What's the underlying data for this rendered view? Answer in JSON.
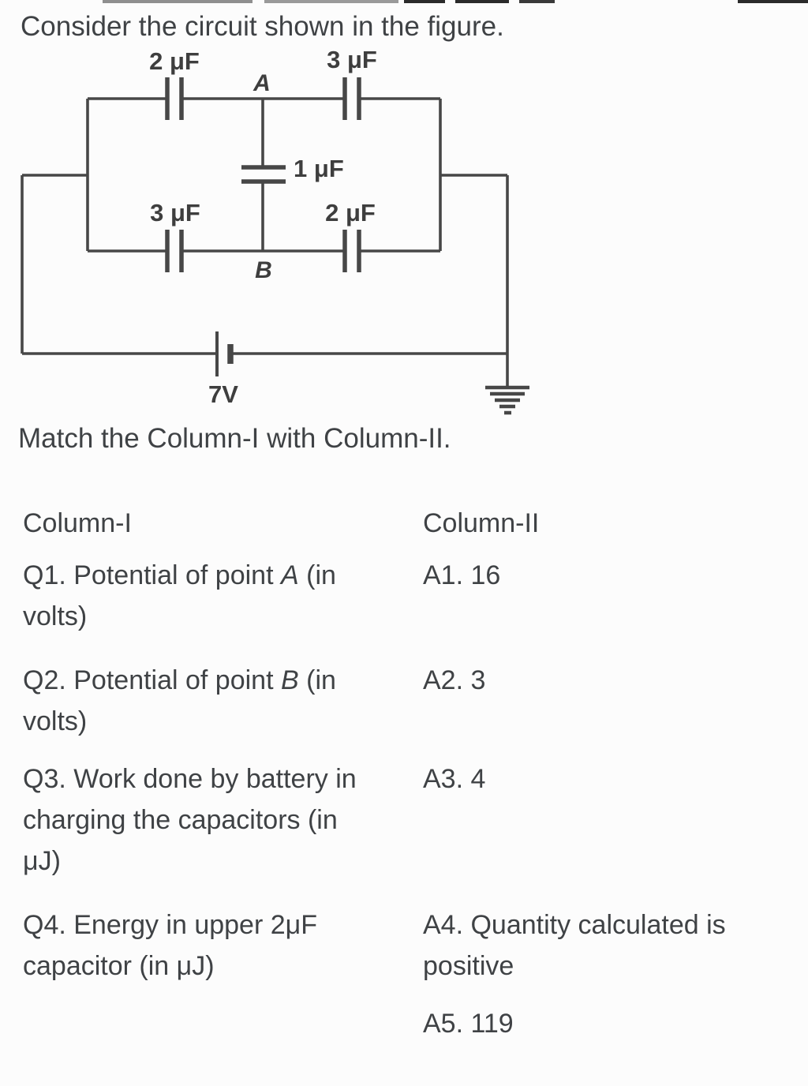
{
  "page": {
    "title": "Consider the circuit shown in the figure.",
    "match_heading": "Match the Column-I with Column-II."
  },
  "circuit": {
    "labels": {
      "cap_top_left": "2 μF",
      "cap_top_right": "3 μF",
      "cap_middle": "1 μF",
      "cap_bottom_left": "3 μF",
      "cap_bottom_right": "2 μF",
      "node_a": "A",
      "node_b": "B",
      "battery_voltage": "7V"
    },
    "wire_color": "#474747",
    "label_color": "#3e3e3e"
  },
  "match": {
    "col1_header": "Column-I",
    "col2_header": "Column-II",
    "rows": [
      {
        "q_pre": "Q1. Potential of point ",
        "q_em": "A",
        "q_post": " (in\nvolts)",
        "a": "A1. 16"
      },
      {
        "q_pre": "Q2. Potential of point ",
        "q_em": "B",
        "q_post": " (in\nvolts)",
        "a": "A2. 3"
      },
      {
        "q_pre": "Q3. Work done by battery in\ncharging the capacitors (in\nμJ)",
        "q_em": "",
        "q_post": "",
        "a": "A3. 4"
      },
      {
        "q_pre": "Q4. Energy in upper 2μF\ncapacitor (in μJ)",
        "q_em": "",
        "q_post": "",
        "a": "A4. Quantity calculated is\npositive"
      },
      {
        "q_pre": "",
        "q_em": "",
        "q_post": "",
        "a": "A5. 119"
      }
    ]
  }
}
